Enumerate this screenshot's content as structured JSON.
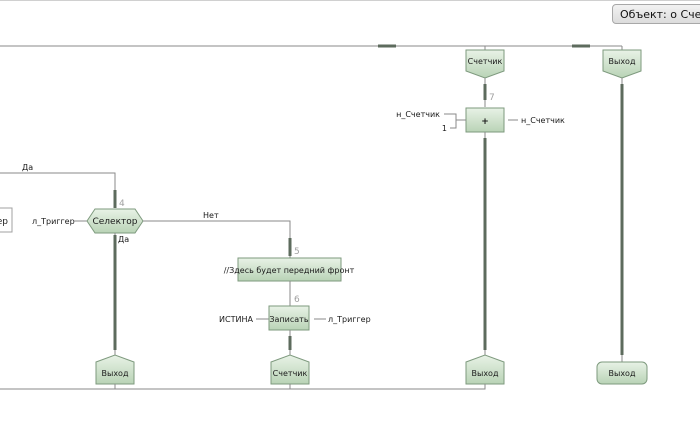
{
  "object_tab": {
    "label": "Объект: о Счетчик"
  },
  "nodes": {
    "left_partial": {
      "label": "ер"
    },
    "selector": {
      "label": "Селектор",
      "number": "4",
      "input": "л_Триггер",
      "branch_top": "Да",
      "branch_no": "Нет",
      "branch_yes": "Да"
    },
    "comment": {
      "label": "//Здесь будет передний фронт",
      "number": "5"
    },
    "write": {
      "label": "Записать",
      "number": "6",
      "input": "ИСТИНА",
      "output": "л_Триггер"
    },
    "plus": {
      "label": "+",
      "number": "7",
      "input1": "н_Счетчик",
      "input2": "1",
      "output": "н_Счетчик"
    },
    "top_counter": {
      "label": "Счетчик"
    },
    "top_exit": {
      "label": "Выход"
    },
    "bottom_exit_1": {
      "label": "Выход"
    },
    "bottom_counter": {
      "label": "Счетчик"
    },
    "bottom_exit_2": {
      "label": "Выход"
    },
    "bottom_exit_3": {
      "label": "Выход"
    }
  }
}
